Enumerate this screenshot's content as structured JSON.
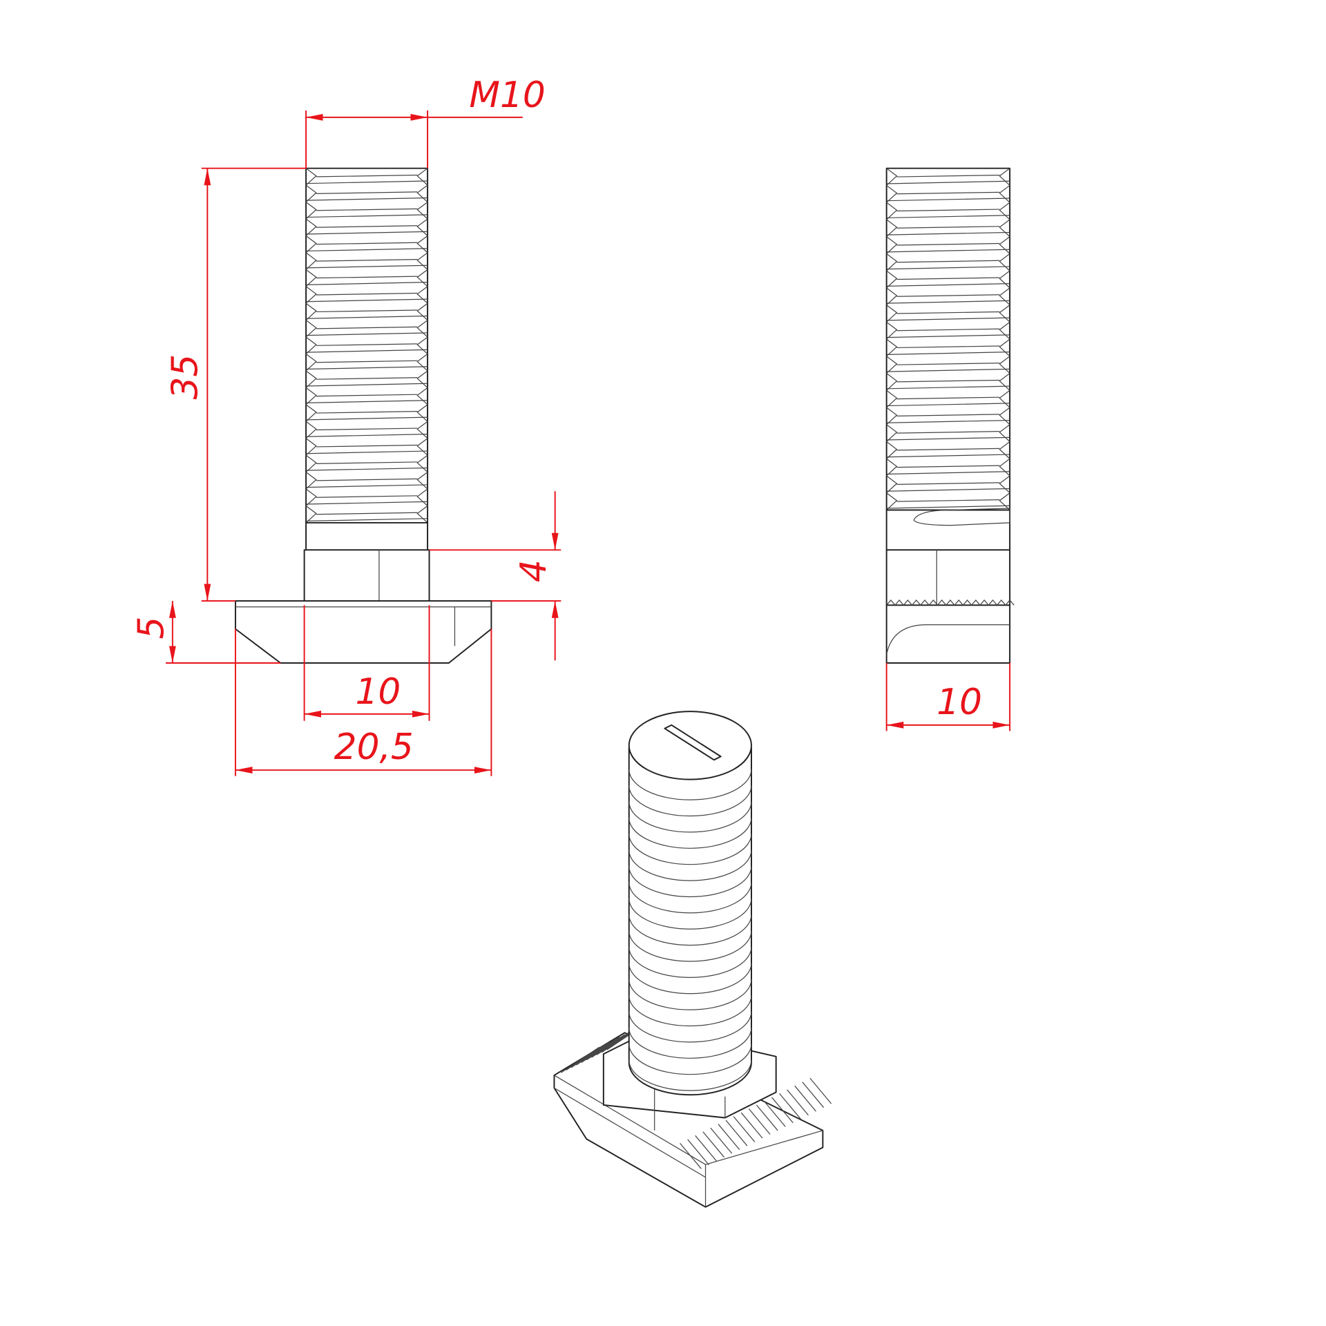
{
  "drawing": {
    "title": "T-bolt M10 technical drawing",
    "dimensions": {
      "thread": "M10",
      "length": "35",
      "neck_height": "4",
      "head_height": "5",
      "neck_width": "10",
      "head_width": "20,5",
      "side_width": "10"
    },
    "colors": {
      "dimension": "#e8141b",
      "outline": "#222222"
    },
    "thread_count_front": 21
  }
}
